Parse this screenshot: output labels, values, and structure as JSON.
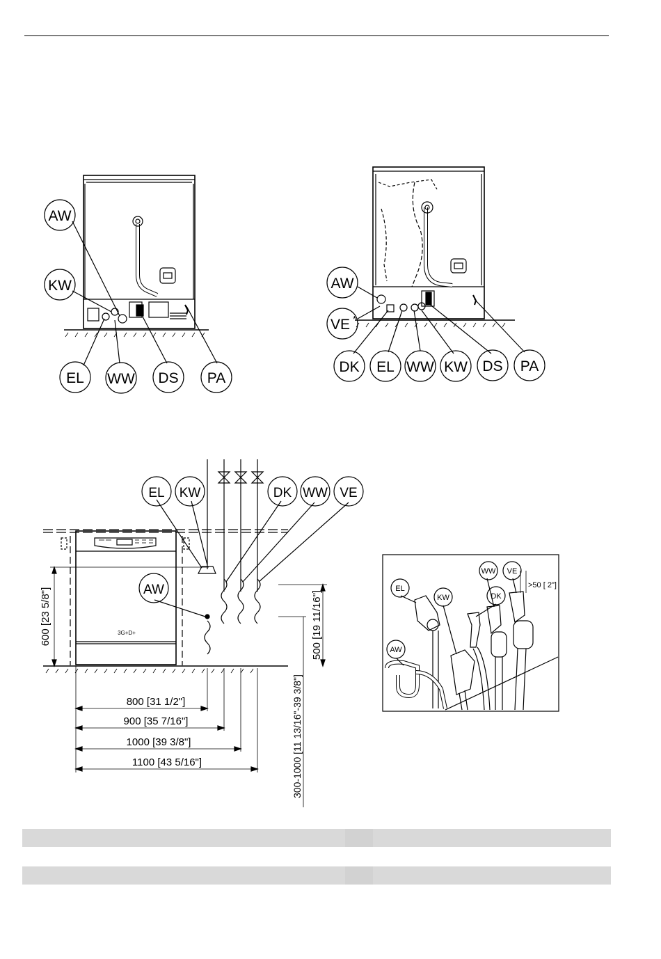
{
  "figure_a": {
    "callouts": [
      "AW",
      "KW",
      "EL",
      "WW",
      "DS",
      "PA"
    ]
  },
  "figure_b": {
    "callouts": [
      "AW",
      "VE",
      "DK",
      "EL",
      "WW",
      "KW",
      "DS",
      "PA"
    ],
    "ve_marker": "*"
  },
  "figure_c": {
    "callouts_top": [
      "EL",
      "KW",
      "DK",
      "WW",
      "VE"
    ],
    "callout_aw": "AW",
    "panel_logo": "3G+D+",
    "dim_height": "600 [23 5/8\"]",
    "dim_500": "500 [19 11/16\"]",
    "dim_range": "300-1000 [11 13/16\"-39 3/8\"]",
    "dims_h": [
      "800 [31 1/2\"]",
      "900 [35 7/16\"]",
      "1000 [39 3/8\"]",
      "1100 [43 5/16\"]"
    ]
  },
  "figure_d": {
    "labels": [
      "EL",
      "KW",
      "DK",
      "WW",
      "VE",
      "AW"
    ],
    "dim": ">50 [ 2\"]"
  },
  "colors": {
    "line": "#000000",
    "table_bar": "#d9d9d9"
  }
}
